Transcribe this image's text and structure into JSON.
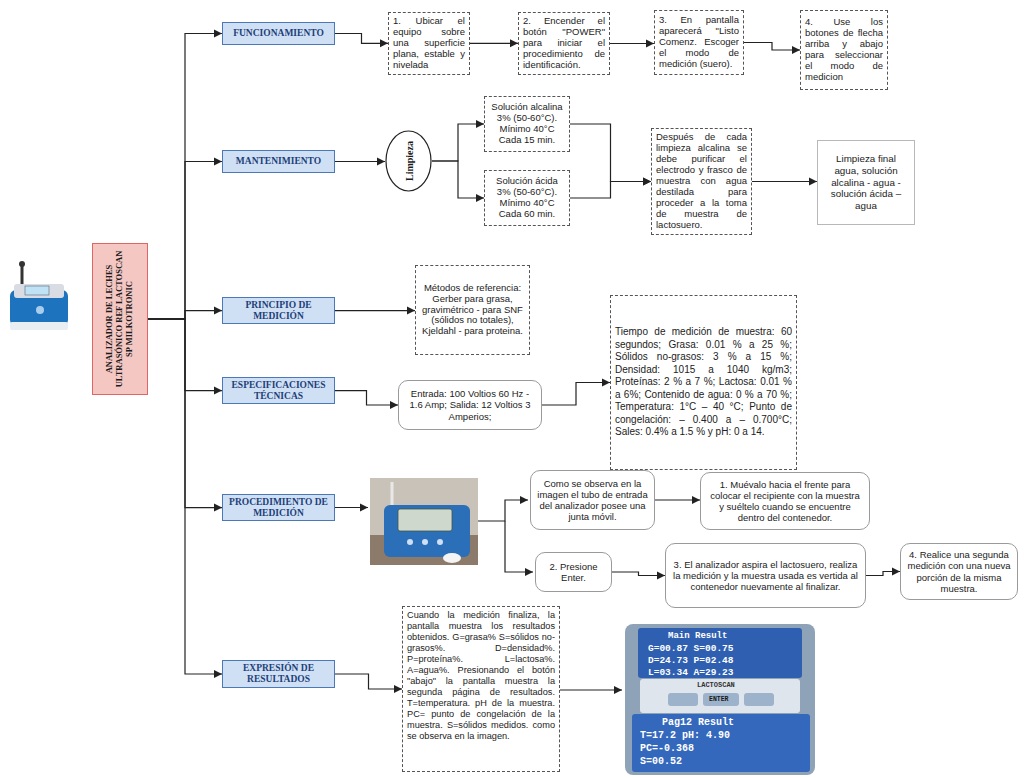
{
  "diagram": {
    "nodes": [
      {
        "text": [
          "ANALIZADOR DE LECHES ULTRASÓNICO REF LACTOSCAN SP MILKOTRONIC"
        ]
      },
      {
        "text": [
          "FUNCIONAMIENTO"
        ]
      },
      {
        "text": [
          "1. Ubicar el equipo sobre una superficie plana, estable y nivelada"
        ]
      },
      {
        "text": [
          "2. Encender el botón \"POWER\" para iniciar el procedimiento de identificación."
        ]
      },
      {
        "text": [
          "3. En pantalla aparecerá \"Listo Comenz. Escoger el modo de medición (suero)."
        ]
      },
      {
        "text": [
          "4. Use los botones de flecha arriba y abajo para seleccionar el modo de medicion"
        ]
      },
      {
        "text": [
          "MANTENIMIENTO"
        ]
      },
      {
        "text": [
          "Limpieza"
        ]
      },
      {
        "text": [
          "Solución alcalina 3% (50-60°C). Mínimo 40°C Cada 15 min."
        ]
      },
      {
        "text": [
          "Solución ácida 3% (50-60°C). Mínimo 40°C Cada 60 min."
        ]
      },
      {
        "text": [
          "Después de cada limpieza alcalina se debe purificar el electrodo y frasco de muestra con agua destilada para proceder a la toma de muestra de lactosuero."
        ]
      },
      {
        "text": [
          "Limpieza final agua, solución alcalina - agua - solución ácida – agua"
        ]
      },
      {
        "text": [
          "PRINCIPIO DE MEDICIÓN"
        ]
      },
      {
        "text": [
          "Métodos de referencia: Gerber para grasa, gravimétrico - para SNF (sólidos no totales), Kjeldahl - para proteina."
        ]
      },
      {
        "text": [
          "ESPECIFICACIONES TÉCNICAS"
        ]
      },
      {
        "text": [
          "Entrada: 100 Voltios 60 Hz - 1.6 Amp; Salida: 12 Voltios 3 Amperios;"
        ]
      },
      {
        "text": [
          "Tiempo de medición de muestra: 60 segundos; Grasa: 0.01 % a 25 %; Sólidos no-grasos: 3 % a 15 %; Densidad: 1015 a 1040 kg/m3; Proteínas: 2 % a 7 %; Lactosa: 0.01 % a 6%; Contenido de agua: 0 % a 70 %; Temperatura: 1°C – 40 °C; Punto de congelación: – 0.400 a – 0.700°C; Sales: 0.4% a 1.5 % y pH: 0 a 14."
        ]
      },
      {
        "text": [
          "PROCEDIMIENTO DE MEDICIÓN"
        ]
      },
      {
        "text": [
          "Como se observa en la imagen el tubo de entrada del analizador posee una junta móvil."
        ]
      },
      {
        "text": [
          "1. Muévalo hacia el frente para colocar el recipiente con la muestra y suéltelo cuando se encuentre dentro del contenedor."
        ]
      },
      {
        "text": [
          "2. Presione Enter."
        ]
      },
      {
        "text": [
          "3. El analizador aspira el lactosuero, realiza la medición y la muestra usada es vertida al contenedor nuevamente al finalizar."
        ]
      },
      {
        "text": [
          "4. Realice una segunda medición con una nueva porción de la misma muestra."
        ]
      },
      {
        "text": [
          "EXPRESIÓN DE RESULTADOS"
        ]
      },
      {
        "text": [
          "Cuando la medición finaliza, la pantalla muestra los resultados obtenidos. G=grasa% S=sólidos no-grasos%. D=densidad%. P=proteína%. L=lactosa%. A=agua%. Presionando el botón \"abajo\" la pantalla muestra la segunda página de resultados. T=temperatura. pH de la muestra. PC= punto de congelación de la muestra. S=sólidos medidos. como se observa en la imagen."
        ]
      }
    ],
    "edges": [
      {
        "from": 0,
        "to": 1,
        "arrow": "to"
      },
      {
        "from": 0,
        "to": 6,
        "arrow": "to"
      },
      {
        "from": 0,
        "to": 12,
        "arrow": "to"
      },
      {
        "from": 0,
        "to": 14,
        "arrow": "to"
      },
      {
        "from": 0,
        "to": 17,
        "arrow": "to"
      },
      {
        "from": 0,
        "to": 23,
        "arrow": "to"
      },
      {
        "from": 1,
        "to": 2,
        "arrow": "to"
      },
      {
        "from": 2,
        "to": 3,
        "arrow": "to"
      },
      {
        "from": 3,
        "to": 4,
        "arrow": "to"
      },
      {
        "from": 4,
        "to": 5,
        "arrow": "to"
      },
      {
        "from": 6,
        "to": 7,
        "arrow": "to"
      },
      {
        "from": 7,
        "to": 8,
        "arrow": "to"
      },
      {
        "from": 7,
        "to": 9,
        "arrow": "to"
      },
      {
        "from": 8,
        "to": 10,
        "arrow": "to"
      },
      {
        "from": 9,
        "to": 10,
        "arrow": "to"
      },
      {
        "from": 10,
        "to": 11,
        "arrow": "to"
      },
      {
        "from": 12,
        "to": 13,
        "arrow": "to"
      },
      {
        "from": 14,
        "to": 15,
        "arrow": "to"
      },
      {
        "from": 15,
        "to": 16,
        "arrow": "to"
      },
      {
        "from": 18,
        "to": 19,
        "arrow": "to"
      },
      {
        "from": 20,
        "to": 21,
        "arrow": "to"
      },
      {
        "from": 21,
        "to": 22,
        "arrow": "to"
      },
      {
        "from": 23,
        "to": 24,
        "arrow": "to"
      }
    ],
    "labels": [
      "Main Result",
      "G=00.87 S=00.75",
      "D=24.73 P=02.48",
      "L=03.34 A=29.23",
      "LACTOSCAN",
      "ENTER",
      "Pag12 Result",
      "T=17.2 pH: 4.90",
      "PC=-0.368",
      "S=00.52"
    ]
  }
}
